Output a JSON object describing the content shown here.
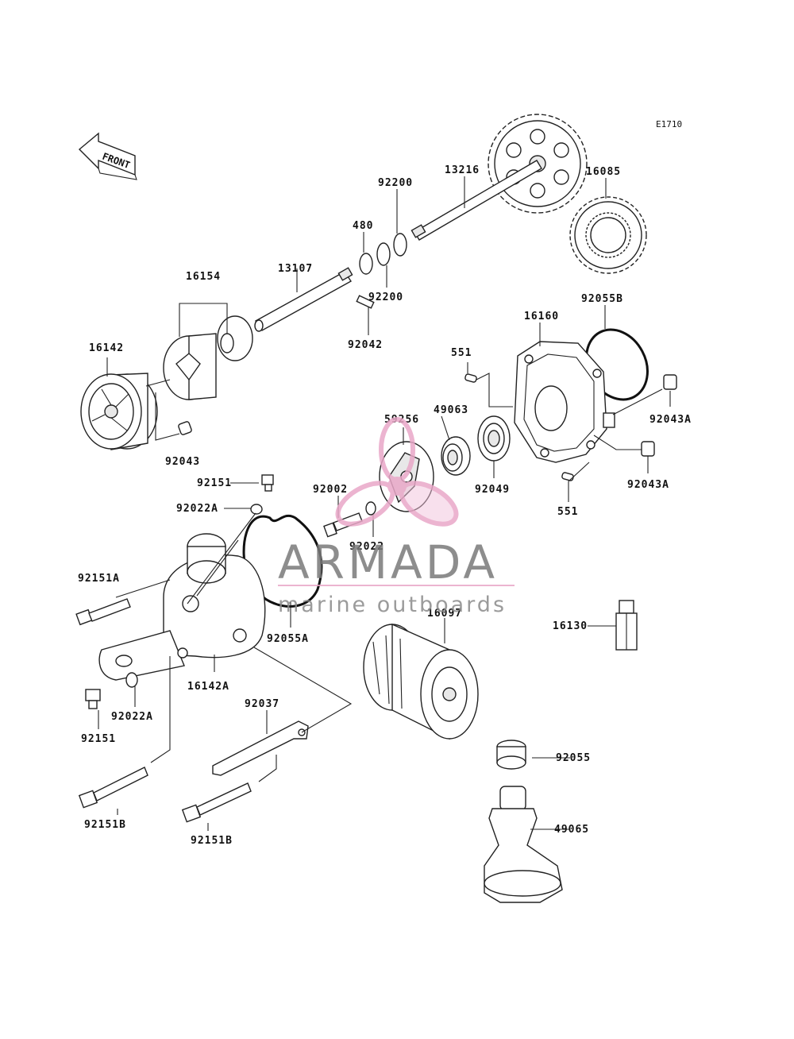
{
  "diagram": {
    "ref_code": "E1710",
    "front_label": "FRONT",
    "labels": {
      "p13216": "13216",
      "p16085": "16085",
      "p92200a": "92200",
      "p480": "480",
      "p92200b": "92200",
      "p13107": "13107",
      "p16154": "16154",
      "p92042": "92042",
      "p92055B": "92055B",
      "p16160": "16160",
      "p16142": "16142",
      "p551a": "551",
      "p49063": "49063",
      "p59256": "59256",
      "p92043A_a": "92043A",
      "p92043": "92043",
      "p92049": "92049",
      "p92043A_b": "92043A",
      "p92151a": "92151",
      "p92002": "92002",
      "p92022A_a": "92022A",
      "p551b": "551",
      "p92022": "92022",
      "p92151A": "92151A",
      "p16097": "16097",
      "p92055A": "92055A",
      "p16130": "16130",
      "p16142A": "16142A",
      "p92037": "92037",
      "p92022A_b": "92022A",
      "p92151b": "92151",
      "p92055": "92055",
      "p49065": "49065",
      "p92151B_a": "92151B",
      "p92151B_b": "92151B"
    }
  },
  "watermark": {
    "title": "ARMADA",
    "subtitle": "marine outboards",
    "accent_color": "#e9a8c8"
  }
}
